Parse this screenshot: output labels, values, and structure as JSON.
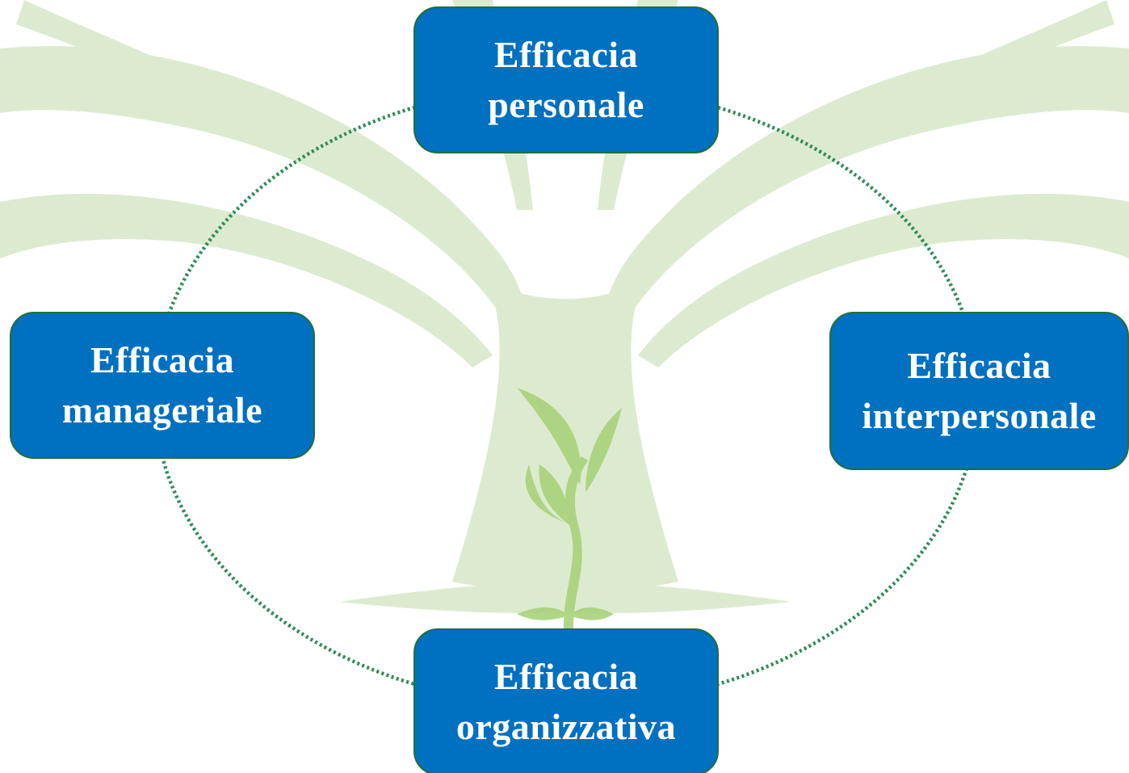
{
  "colors": {
    "box_fill": "#0070c0",
    "box_border": "#1f6f3c",
    "box_text": "#ffffff",
    "ring": "#2e8b57",
    "tree": "#dcebcf",
    "sprout": "#9fcf6b"
  },
  "background": {
    "icon": "tree-with-sprout-icon"
  },
  "nodes": [
    {
      "line1": "Efficacia",
      "line2": "personale"
    },
    {
      "line1": "Efficacia",
      "line2": "manageriale"
    },
    {
      "line1": "Efficacia",
      "line2": "interpersonale"
    },
    {
      "line1": "Efficacia",
      "line2": "organizzativa"
    }
  ]
}
